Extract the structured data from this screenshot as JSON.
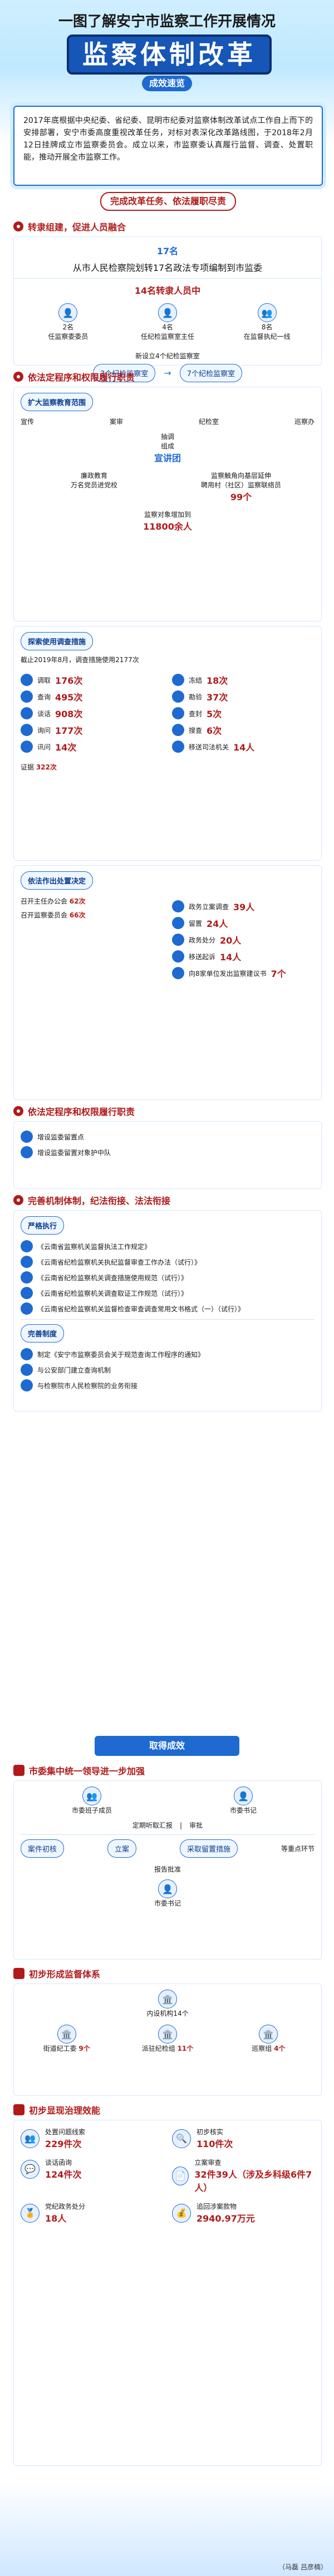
{
  "header": {
    "top_title": "一图了解安宁市监察工作开展情况",
    "main_title": "监察体制改革",
    "subtitle": "成效速览"
  },
  "intro": {
    "text": "2017年底根据中央纪委、省纪委、昆明市纪委对监察体制改革试点工作自上而下的安排部署，安宁市委高度重视改革任务，对标对表深化改革路线图，于2018年2月12日挂牌成立市监察委员会。成立以来，市监察委认真履行监督、调查、处置职能，推动开展全市监察工作。"
  },
  "sections": {
    "complete_tasks": "完成改革任务、依法履职尽责",
    "transfer_title": "转隶组建，促进人员融合",
    "transfer_count_top": "17名",
    "transfer_line": "从市人民检察院划转17名政法专项编制到市监委",
    "personnel_title": "14名转隶人员中",
    "assignments": [
      {
        "label": "任监察委委员",
        "value": "2名"
      },
      {
        "label": "任纪检监察室主任",
        "value": "4名"
      },
      {
        "label": "在监督执纪一线",
        "value": "8名"
      }
    ],
    "new_units_line1": "新设立4个纪检监察室",
    "new_units_from": "3个纪检监察室",
    "new_units_to": "7个纪检监察室",
    "duty_title": "依法定程序和权限履行职责",
    "expand_scope_title": "扩大监察教育范围",
    "scope_nodes": [
      "宣传",
      "案审",
      "纪检室",
      "巡察办"
    ],
    "scope_center_lines": [
      "抽调",
      "组成"
    ],
    "scope_group": "宣讲团",
    "scope_branch_left": "廉政教育",
    "scope_branch_right": "监察触角向基层延伸",
    "scope_left_bottom": "万名党员进党校",
    "scope_right_bottom": "聘用村（社区）监察联络员",
    "scope_right_count": "99个",
    "supervision_added_title": "监察对象增加到",
    "supervision_added_value": "11800余人",
    "investigation_title": "探索使用调查措施",
    "investigation_as_of": "截止2019年8月，调查措施使用2177次",
    "measures": [
      {
        "label": "调取",
        "value": "176次"
      },
      {
        "label": "冻结",
        "value": "18次"
      },
      {
        "label": "查询",
        "value": "495次"
      },
      {
        "label": "勘验",
        "value": "37次"
      },
      {
        "label": "谈话",
        "value": "908次"
      },
      {
        "label": "查封",
        "value": "5次"
      },
      {
        "label": "询问",
        "value": "177次"
      },
      {
        "label": "搜查",
        "value": "6次"
      },
      {
        "label": "讯问",
        "value": "14次"
      },
      {
        "label": "移送司法机关",
        "value": "14人"
      }
    ],
    "evidence_left": "证据",
    "evidence_total": "322次",
    "decisions_title": "依法作出处置决定",
    "meetings": [
      {
        "label": "召开主任办公会",
        "value": "62次"
      },
      {
        "label": "召开监察委员会",
        "value": "66次"
      }
    ],
    "dispositions": [
      {
        "label": "政务立案调查",
        "value": "39人"
      },
      {
        "label": "留置",
        "value": "24人"
      },
      {
        "label": "政务处分",
        "value": "20人"
      },
      {
        "label": "移送起诉",
        "value": "14人"
      },
      {
        "label": "向8家单位发出监察建议书",
        "value": "7个"
      }
    ],
    "improve_mechanisms_title": "依法定程序和权限履行职责",
    "improve_items": [
      {
        "label": "增设监委留置点"
      },
      {
        "label": "增设监委留置对象护中队"
      }
    ],
    "system_title": "完善机制体制，纪法衔接、法法衔接",
    "rules_strict": "严格执行",
    "rules": [
      "《云南省监察机关监督执法工作规定》",
      "《云南省纪检监察机关执纪监督审查工作办法（试行）》",
      "《云南省纪检监察机关调查措施使用规范（试行）》",
      "《云南省纪检监察机关调查取证工作规范（试行）》",
      "《云南省纪检监察机关监督检查审查调查常用文书格式（一）（试行）》"
    ],
    "mechanisms_sub": "完善制度",
    "mechanisms_items": [
      "制定《安宁市监察委员会关于规范查询工作程序的通知》",
      "与公安部门建立查询机制",
      "与检察院市人民检察院的业务衔接"
    ]
  },
  "results": {
    "banner": "取得成效",
    "central_lead_title": "市委集中统一领导进一步加强",
    "leaders": [
      "市委班子成员",
      "市委书记"
    ],
    "review_lines": [
      "定期听取汇报",
      "审批"
    ],
    "case_flow": [
      "案件初核",
      "立案",
      "采取留置措施",
      "等重点环节"
    ],
    "report": "报告批准",
    "secretary": "市委书记",
    "network_title": "初步形成监督体系",
    "internal_agency": "内设机构14个",
    "supervision_units": [
      {
        "label": "街道纪工委",
        "value": "9个"
      },
      {
        "label": "派驻纪检组",
        "value": "11个"
      },
      {
        "label": "巡察组",
        "value": "4个"
      }
    ],
    "effectiveness_title": "初步显现治理效能",
    "effectiveness_items": [
      {
        "label": "处置问题线索",
        "value": "229件次"
      },
      {
        "label": "初步核实",
        "value": "110件次"
      },
      {
        "label": "谈话函询",
        "value": "124件次"
      },
      {
        "label": "立案审查",
        "value": "32件39人（涉及乡科级6件7人）"
      },
      {
        "label": "党纪政务处分",
        "value": "18人"
      },
      {
        "label": "追回涉案款物",
        "value": "2940.97万元"
      }
    ]
  },
  "credit": "（马磊 吕彦楠）"
}
